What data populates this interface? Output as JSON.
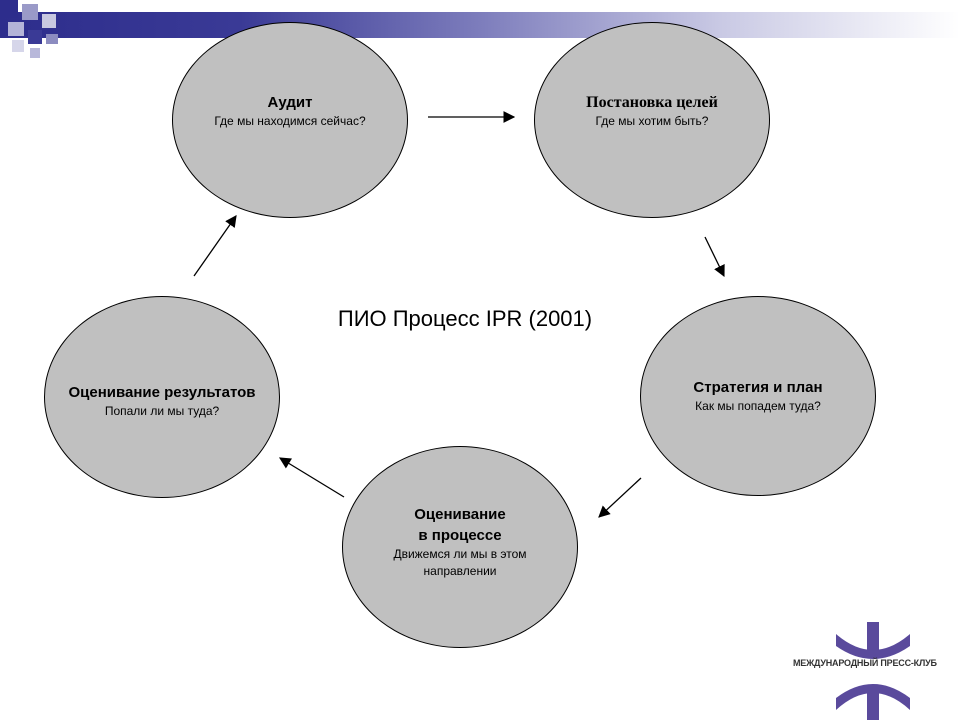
{
  "diagram": {
    "title": "ПИО Процесс IPR (2001)",
    "nodes": [
      {
        "id": "audit",
        "title": "Аудит",
        "subtitle": "Где мы находимся сейчас?"
      },
      {
        "id": "goals",
        "title": "Постановка целей",
        "subtitle": "Где мы хотим быть?"
      },
      {
        "id": "strategy",
        "title": "Стратегия и план",
        "subtitle": "Как мы попадем туда?"
      },
      {
        "id": "process",
        "title": "Оценивание\nв процессе",
        "subtitle": "Движемся ли мы в этом\nнаправлении"
      },
      {
        "id": "results",
        "title": "Оценивание результатов",
        "subtitle": "Попали ли мы туда?"
      }
    ]
  },
  "logo": {
    "text": "МЕЖДУНАРОДНЫЙ ПРЕСС-КЛУБ"
  },
  "colors": {
    "node_fill": "#c0c0c0",
    "band_dark": "#2d2d8c",
    "logo_purple": "#5a4a9c"
  }
}
